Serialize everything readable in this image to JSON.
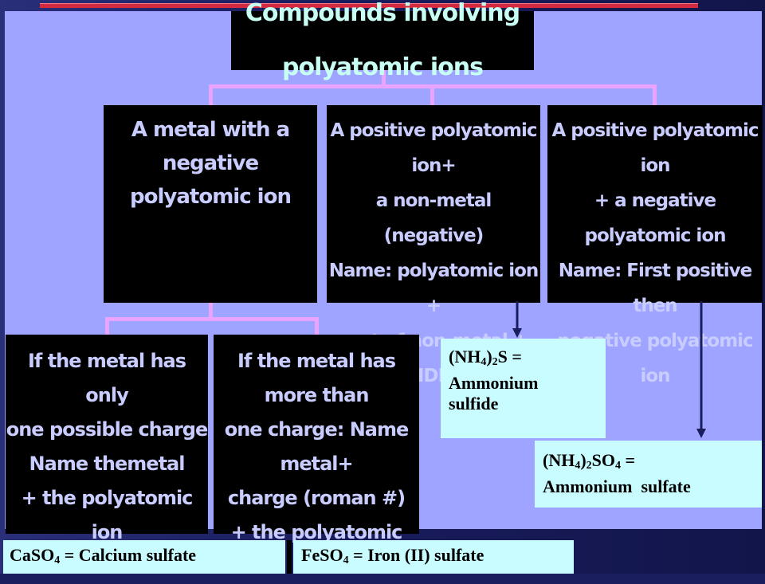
{
  "title": "Compounds involving polyatomic ions",
  "boxes": {
    "metal_negative": "A metal with a negative\npolyatomic ion",
    "positive_nonmetal": "A positive polyatomic ion+\na non-metal (negative)\nName: polyatomic ion +\nroot of non-metal + IDE",
    "positive_negative": "A positive polyatomic ion\n+ a negative polyatomic ion\nName: First positive then\nnegative polyatomic ion",
    "one_charge": "If the metal has only\none possible charge\nName themetal\n+ the polyatomic ion",
    "more_charge": "If the metal has more than\none charge: Name metal+\ncharge (roman #)\n+ the polyatomic ion."
  },
  "examples": {
    "ammonium_sulfide": {
      "f1": "(NH",
      "s1": "4",
      "f2": ")",
      "s2": "2",
      "f3": "S =",
      "name": "Ammonium\nsulfide"
    },
    "ammonium_sulfate": {
      "f1": "(NH",
      "s1": "4",
      "f2": ")",
      "s2": "2",
      "f3": "SO",
      "s3": "4",
      "f4": " =",
      "name": "Ammonium  sulfate"
    },
    "calcium_sulfate": {
      "f1": "CaSO",
      "s1": "4",
      "rest": " = Calcium sulfate"
    },
    "iron_sulfate": {
      "f1": "FeSO",
      "s1": "4",
      "rest": " = Iron (II) sulfate"
    }
  },
  "colors": {
    "panel": "#9ea4ff",
    "box": "#000000",
    "box_text": "#c8ccff",
    "connector": "#e8a4ff",
    "example_bg": "#c8fcff",
    "arrow": "#1a1d5e"
  }
}
